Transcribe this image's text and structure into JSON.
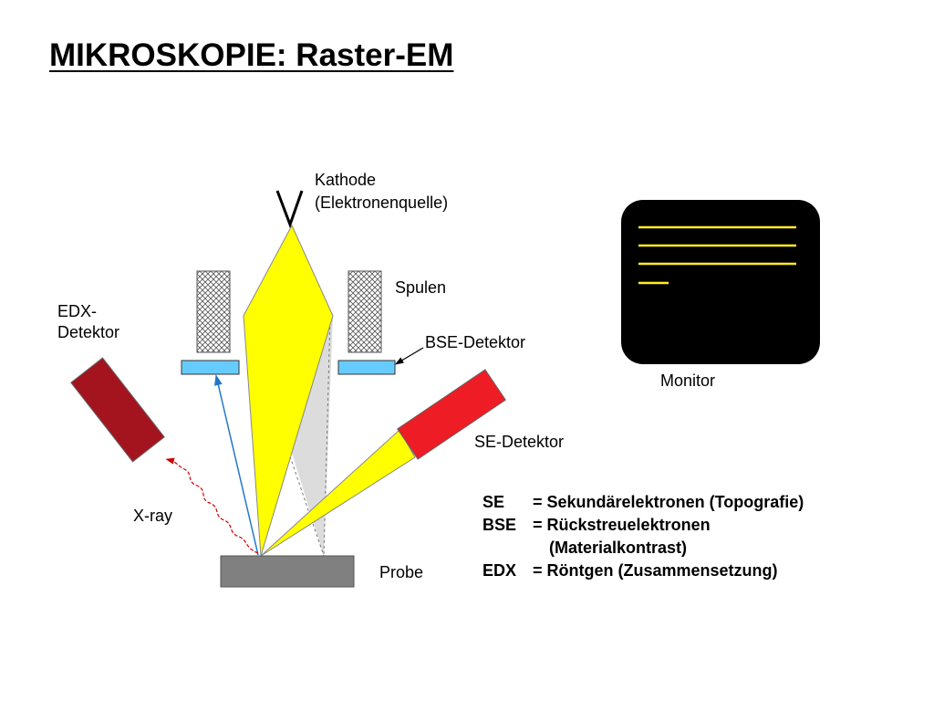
{
  "title": "MIKROSKOPIE: Raster-EM",
  "labels": {
    "kathode_1": "Kathode",
    "kathode_2": "(Elektronenquelle)",
    "spulen": "Spulen",
    "edx_1": "EDX-",
    "edx_2": "Detektor",
    "bse_detektor": "BSE-Detektor",
    "monitor": "Monitor",
    "se_detektor": "SE-Detektor",
    "xray": "X-ray",
    "probe": "Probe"
  },
  "legend": [
    {
      "abbr": "SE",
      "desc": "= Sekundärelektronen (Topografie)",
      "desc2": ""
    },
    {
      "abbr": "BSE",
      "desc": "= Rückstreuelektronen",
      "desc2": "(Materialkontrast)"
    },
    {
      "abbr": "EDX",
      "desc": "= Röntgen (Zusammensetzung)",
      "desc2": ""
    }
  ],
  "colors": {
    "beam": "#ffff00",
    "se_detector": "#ee1c25",
    "edx_detector": "#a3141f",
    "bse_detector": "#66ccff",
    "monitor_bg": "#000000",
    "monitor_lines": "#ffee22",
    "probe": "#808080",
    "xray": "#cc0000",
    "bse_arrow": "#2277cc"
  }
}
